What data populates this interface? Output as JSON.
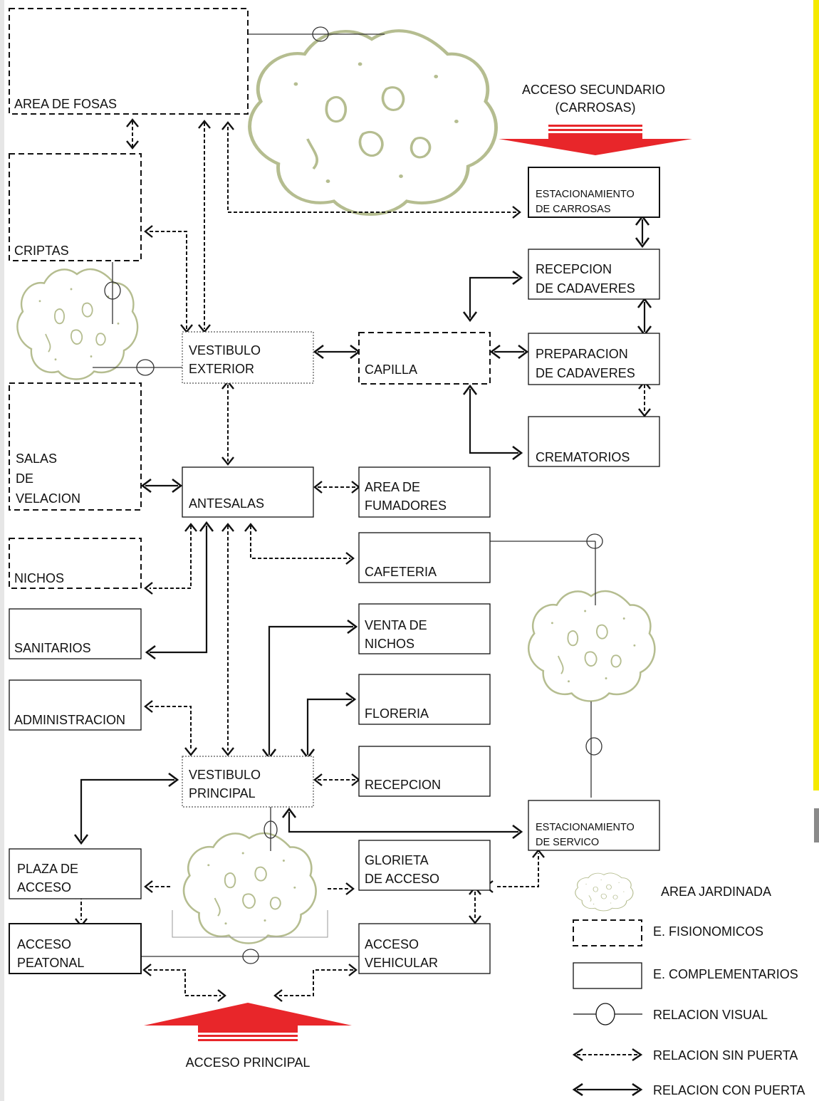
{
  "boxes": {
    "area_fosas": [
      "AREA DE FOSAS"
    ],
    "criptas": [
      "CRIPTAS"
    ],
    "salas_velacion": [
      "SALAS",
      "DE",
      "VELACION"
    ],
    "nichos": [
      "NICHOS"
    ],
    "sanitarios": [
      "SANITARIOS"
    ],
    "administracion": [
      "ADMINISTRACION"
    ],
    "vestibulo_exterior": [
      "VESTIBULO",
      "EXTERIOR"
    ],
    "antesalas": [
      "ANTESALAS"
    ],
    "vestibulo_principal": [
      "VESTIBULO",
      "PRINCIPAL"
    ],
    "capilla": [
      "CAPILLA"
    ],
    "area_fumadores": [
      "AREA DE",
      "FUMADORES"
    ],
    "cafeteria": [
      "CAFETERIA"
    ],
    "venta_nichos": [
      "VENTA DE",
      " NICHOS"
    ],
    "floreria": [
      "FLORERIA"
    ],
    "recepcion": [
      "RECEPCION"
    ],
    "glorieta": [
      "GLORIETA",
      "DE ACCESO"
    ],
    "acceso_vehicular": [
      "ACCESO",
      "VEHICULAR"
    ],
    "plaza_acceso": [
      "PLAZA DE",
      "ACCESO"
    ],
    "acceso_peatonal": [
      "ACCESO",
      "PEATONAL"
    ],
    "est_carrosas": [
      "ESTACIONAMIENTO",
      "DE CARROSAS"
    ],
    "recepcion_cadaveres": [
      "RECEPCION",
      "DE CADAVERES"
    ],
    "preparacion_cadaveres": [
      "PREPARACION",
      "DE CADAVERES"
    ],
    "crematorios": [
      "CREMATORIOS"
    ],
    "est_servicio": [
      "ESTACIONAMIENTO",
      "DE SERVICO"
    ]
  },
  "access": {
    "secondary": [
      "ACCESO SECUNDARIO",
      "(CARROSAS)"
    ],
    "principal": "ACCESO PRINCIPAL"
  },
  "legend": {
    "area_jardinada": "AREA JARDINADA",
    "fisionomicos": "E. FISIONOMICOS",
    "complementarios": "E. COMPLEMENTARIOS",
    "visual": "RELACION VISUAL",
    "sin_puerta": "RELACION SIN PUERTA",
    "con_puerta": "RELACION CON PUERTA"
  },
  "colors": {
    "arrow_red": "#e8262a",
    "tree": "#b5bd90",
    "scrollbar": "#f5ea00"
  }
}
